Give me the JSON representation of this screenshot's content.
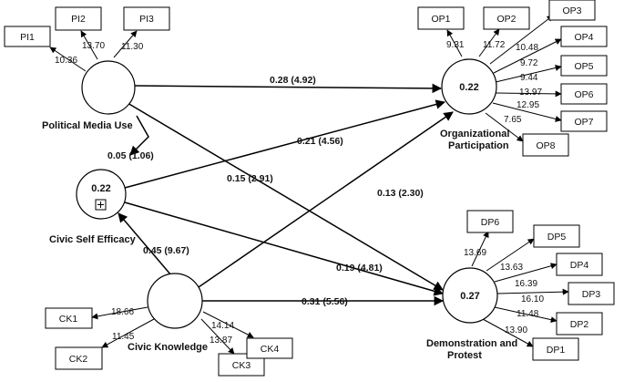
{
  "constructs": {
    "pmu": {
      "name": "Political Media Use",
      "r2": ""
    },
    "cse": {
      "name": "Civic Self Efficacy",
      "r2": "0.22"
    },
    "ck": {
      "name": "Civic Knowledge",
      "r2": ""
    },
    "op": {
      "name": "Organizational Participation",
      "name_line1": "Organizational",
      "name_line2": "Participation",
      "r2": "0.22"
    },
    "dp": {
      "name": "Demonstration and Protest",
      "name_line1": "Demonstration and",
      "name_line2": "Protest",
      "r2": "0.27"
    }
  },
  "paths": {
    "pmu_op": "0.28 (4.92)",
    "pmu_cse": "0.05 (1.06)",
    "pmu_dp": "0.15 (2.91)",
    "cse_op": "0.21 (4.56)",
    "cse_dp": "0.19 (4.81)",
    "ck_cse": "0.45 (9.67)",
    "ck_op": "0.13 (2.30)",
    "ck_dp": "0.31 (5.56)"
  },
  "indicators": {
    "pi": [
      {
        "label": "PI1",
        "loading": "10.36"
      },
      {
        "label": "PI2",
        "loading": "13.70"
      },
      {
        "label": "PI3",
        "loading": "11.30"
      }
    ],
    "op": [
      {
        "label": "OP1",
        "loading": "9.31"
      },
      {
        "label": "OP2",
        "loading": "11.72"
      },
      {
        "label": "OP3",
        "loading": "10.48"
      },
      {
        "label": "OP4",
        "loading": "9.72"
      },
      {
        "label": "OP5",
        "loading": "9.44"
      },
      {
        "label": "OP6",
        "loading": "13.97"
      },
      {
        "label": "OP7",
        "loading": "12.95"
      },
      {
        "label": "OP8",
        "loading": "7.65"
      }
    ],
    "dp": [
      {
        "label": "DP6",
        "loading": "13.69"
      },
      {
        "label": "DP5",
        "loading": "13.63"
      },
      {
        "label": "DP4",
        "loading": "16.39"
      },
      {
        "label": "DP3",
        "loading": "16.10"
      },
      {
        "label": "DP2",
        "loading": "11.48"
      },
      {
        "label": "DP1",
        "loading": "13.90"
      }
    ],
    "ck": [
      {
        "label": "CK1",
        "loading": "18.66"
      },
      {
        "label": "CK2",
        "loading": "11.45"
      },
      {
        "label": "CK3",
        "loading": "13.87"
      },
      {
        "label": "CK4",
        "loading": "14.14"
      }
    ]
  },
  "icons": {
    "expand": "plus-square-icon"
  },
  "colors": {
    "line": "#000000",
    "background": "#ffffff"
  }
}
